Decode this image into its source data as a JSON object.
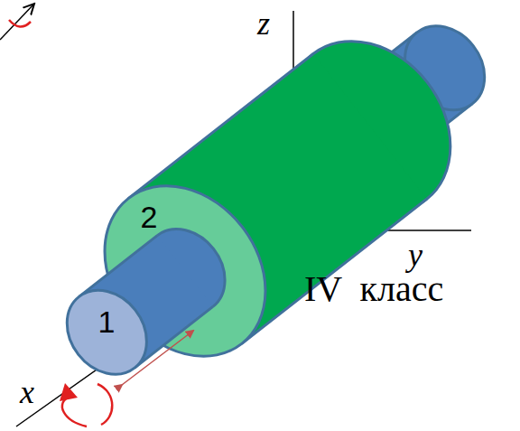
{
  "diagram": {
    "labels": [
      "z",
      "y",
      "x",
      "1",
      "2",
      "IV  класс"
    ]
  }
}
